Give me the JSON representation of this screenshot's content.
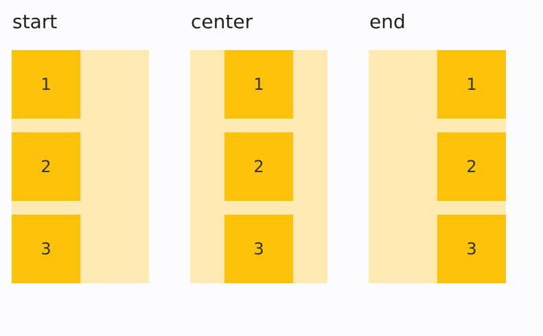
{
  "colors": {
    "background": "#fcfcff",
    "container": "#ffeab3",
    "box": "#ffc20a",
    "text": "#222222"
  },
  "columns": [
    {
      "title": "start",
      "items": [
        "1",
        "2",
        "3"
      ]
    },
    {
      "title": "center",
      "items": [
        "1",
        "2",
        "3"
      ]
    },
    {
      "title": "end",
      "items": [
        "1",
        "2",
        "3"
      ]
    }
  ]
}
